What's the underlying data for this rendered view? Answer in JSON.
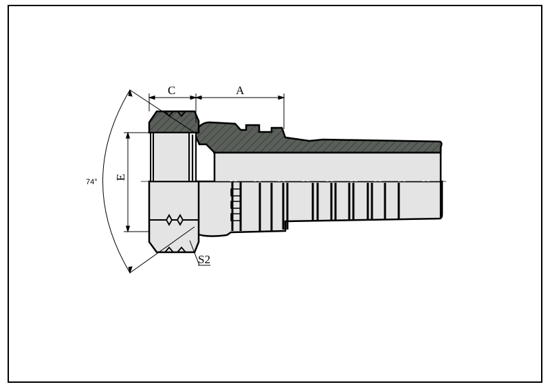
{
  "drawing": {
    "dimensions": {
      "c_label": "C",
      "a_label": "A",
      "e_label": "E",
      "angle_label": "74°",
      "s2_label": "S2"
    },
    "colors": {
      "section_fill": "#5a5f5a",
      "body_fill": "#e4e4e4",
      "line": "#000000"
    }
  }
}
